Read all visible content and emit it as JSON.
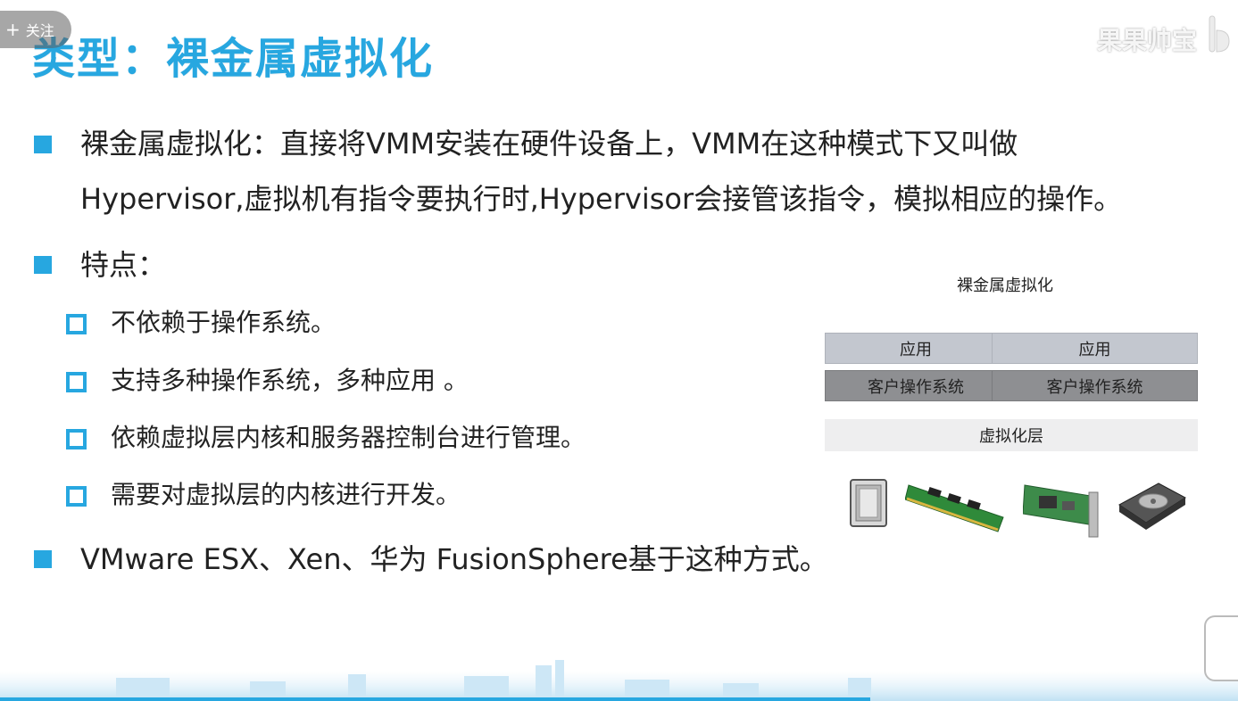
{
  "overlay": {
    "follow_label": "关注",
    "watermark": "果果帅宝"
  },
  "slide": {
    "title": "类型：裸金属虚拟化",
    "bullets": {
      "b1_line1": "裸金属虚拟化：直接将VMM安装在硬件设备上，VMM在这种模式下又叫做",
      "b1_line2": "Hypervisor,虚拟机有指令要执行时,Hypervisor会接管该指令，模拟相应的操作。",
      "b2": "特点：",
      "sub": [
        "不依赖于操作系统。",
        "支持多种操作系统，多种应用 。",
        "依赖虚拟层内核和服务器控制台进行管理。",
        "需要对虚拟层的内核进行开发。"
      ],
      "b3": "VMware ESX、Xen、华为 FusionSphere基于这种方式。"
    },
    "diagram": {
      "title": "裸金属虚拟化",
      "app_left": "应用",
      "app_right": "应用",
      "os_left": "客户操作系统",
      "os_right": "客户操作系统",
      "virt_layer": "虚拟化层",
      "hardware_icons": [
        "cpu-chip-icon",
        "ram-module-icon",
        "network-card-icon",
        "hard-disk-icon"
      ]
    },
    "colors": {
      "accent": "#27a7e0",
      "app_box": "#c3c7cf",
      "os_box": "#8e8f92",
      "virt_box": "#eeeeef"
    }
  }
}
